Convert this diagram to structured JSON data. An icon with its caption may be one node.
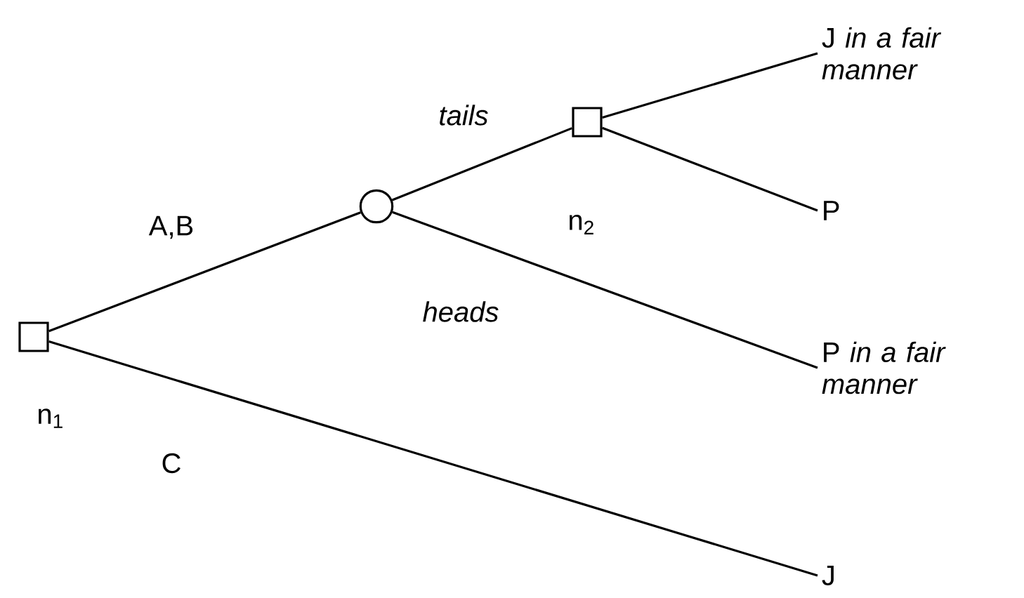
{
  "diagram": {
    "nodes": [
      {
        "text": [],
        "shape": "box",
        "beside": [
          "n$_{1}$"
        ]
      },
      {
        "text": [],
        "shape": "circle"
      },
      {
        "text": [],
        "shape": "box",
        "beside": [
          "n$_{2}$"
        ]
      },
      {
        "text": [
          "J *in a fair manner*"
        ]
      },
      {
        "text": [
          "P"
        ]
      },
      {
        "text": [
          "P *in a fair manner*"
        ]
      },
      {
        "text": [
          "J"
        ]
      }
    ],
    "edges": [
      {
        "from": 0,
        "to": 1,
        "arrow": "none",
        "label": "A,B"
      },
      {
        "from": 1,
        "to": 2,
        "arrow": "none",
        "label": "tails"
      },
      {
        "from": 2,
        "to": 3,
        "arrow": "none"
      },
      {
        "from": 2,
        "to": 4,
        "arrow": "none"
      },
      {
        "from": 1,
        "to": 5,
        "arrow": "none",
        "label": "heads"
      },
      {
        "from": 0,
        "to": 6,
        "arrow": "none",
        "label": "C"
      }
    ]
  }
}
